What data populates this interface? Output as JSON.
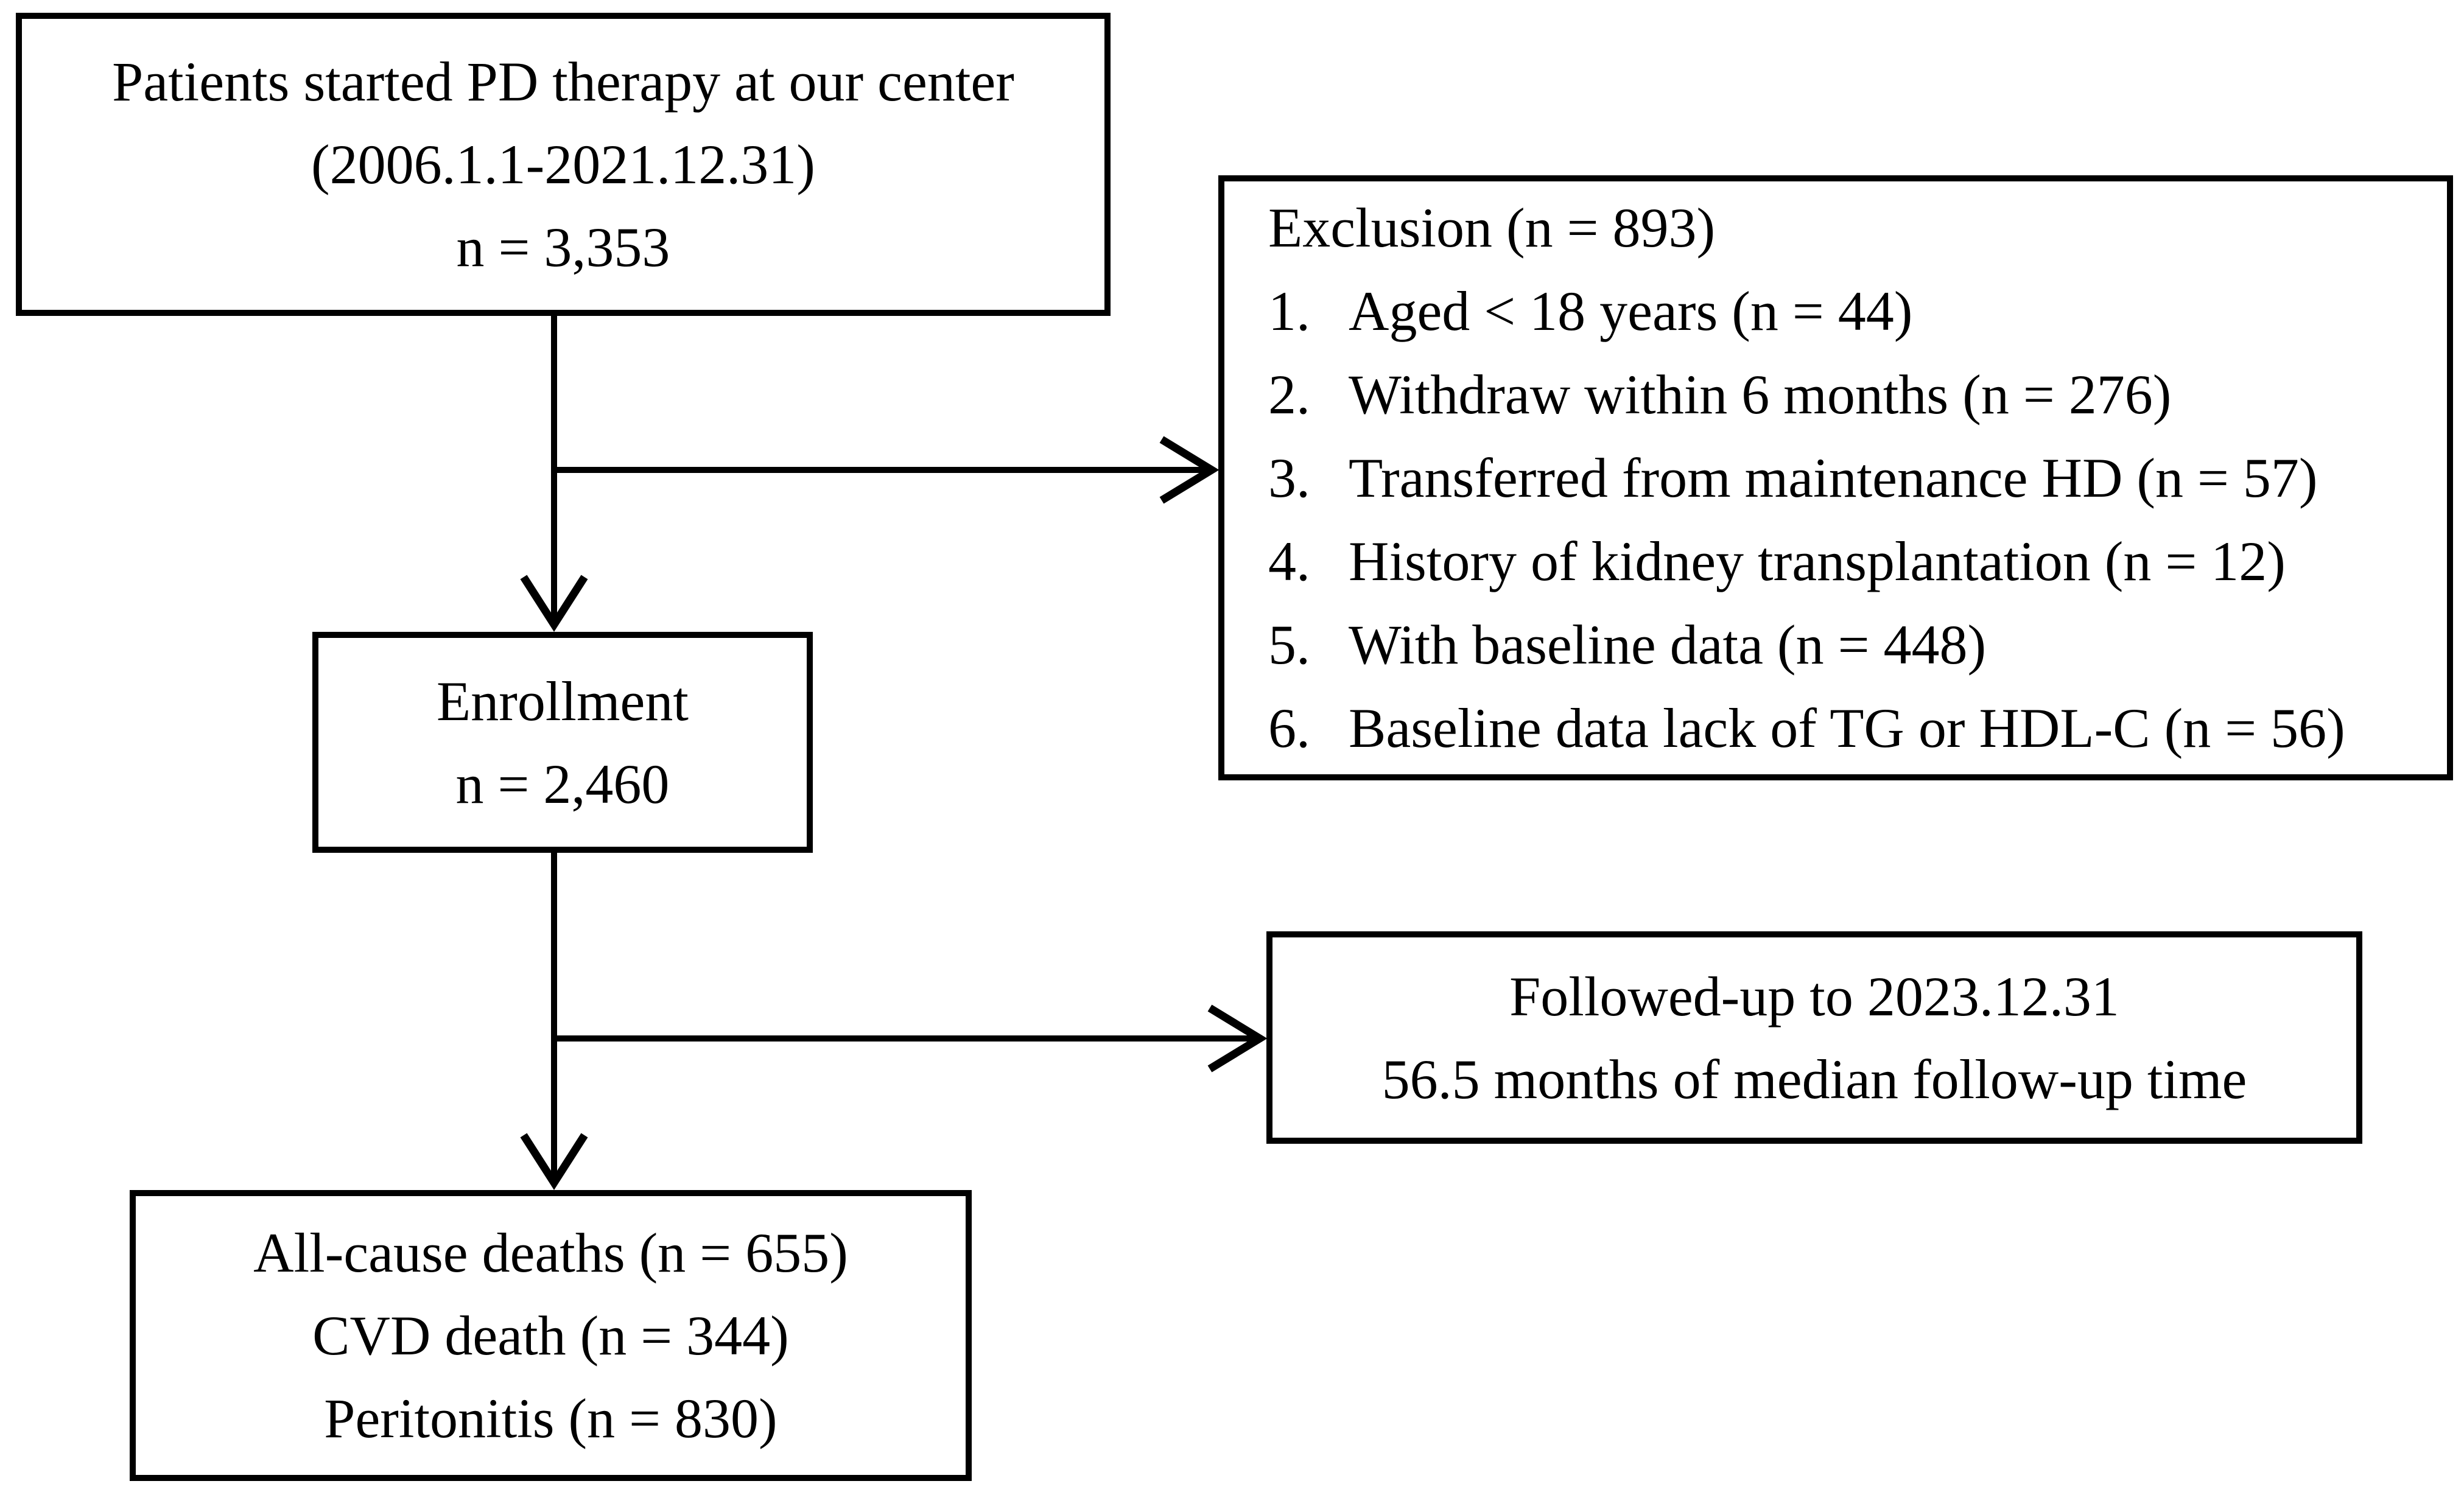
{
  "flowchart": {
    "colors": {
      "border": "#000000",
      "background": "#ffffff",
      "text": "#000000"
    },
    "boxes": {
      "patients": {
        "lines": [
          "Patients started PD therapy at our center",
          "(2006.1.1-2021.12.31)",
          "n = 3,353"
        ]
      },
      "exclusion": {
        "title": "Exclusion (n = 893)",
        "items": [
          {
            "num": "1.",
            "text": "Aged < 18 years (n = 44)"
          },
          {
            "num": "2.",
            "text": "Withdraw within 6 months (n = 276)"
          },
          {
            "num": "3.",
            "text": "Transferred from maintenance HD (n = 57)"
          },
          {
            "num": "4.",
            "text": "History of kidney transplantation (n = 12)"
          },
          {
            "num": "5.",
            "text": "With baseline data (n = 448)"
          },
          {
            "num": "6.",
            "text": "Baseline data lack of TG or HDL-C (n = 56)"
          }
        ]
      },
      "enrollment": {
        "lines": [
          "Enrollment",
          "n = 2,460"
        ]
      },
      "followup": {
        "lines": [
          "Followed-up to 2023.12.31",
          "56.5 months of median follow-up time"
        ]
      },
      "outcomes": {
        "lines": [
          "All-cause deaths (n = 655)",
          "CVD death (n = 344)",
          "Peritonitis (n = 830)"
        ]
      }
    }
  }
}
